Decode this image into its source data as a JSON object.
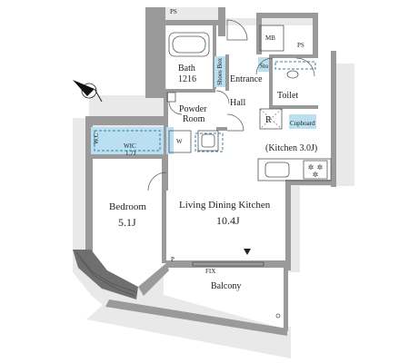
{
  "rooms": {
    "bedroom": {
      "name": "Bedroom",
      "area": "5.1J"
    },
    "ldk": {
      "name": "Living Dining Kitchen",
      "area": "10.4J"
    },
    "kitchen": "(Kitchen 3.0J)",
    "bath": {
      "name": "Bath",
      "size": "1216"
    },
    "powder": {
      "line1": "Powder",
      "line2": "Room"
    },
    "entrance": "Entrance",
    "hall": "Hall",
    "toilet": "Toilet",
    "balcony": "Balcony"
  },
  "fixtures": {
    "ps_top": "PS",
    "ps_right": "PS",
    "mb": "MB",
    "sto": "Sto",
    "shoes_box": "Shoes Box",
    "cupboard": "Cupboard",
    "refrigerator": "R",
    "washer": "W",
    "wic_name": "WIC",
    "wic_size": "1.7J",
    "wc": "W.C",
    "pipe": "P",
    "fix": "FIX"
  },
  "colors": {
    "storage": "#b9dff0",
    "wall": "#9a9a9a"
  },
  "icons": {
    "compass": "north-arrow-icon",
    "entry_marker": "entry-triangle-icon"
  }
}
